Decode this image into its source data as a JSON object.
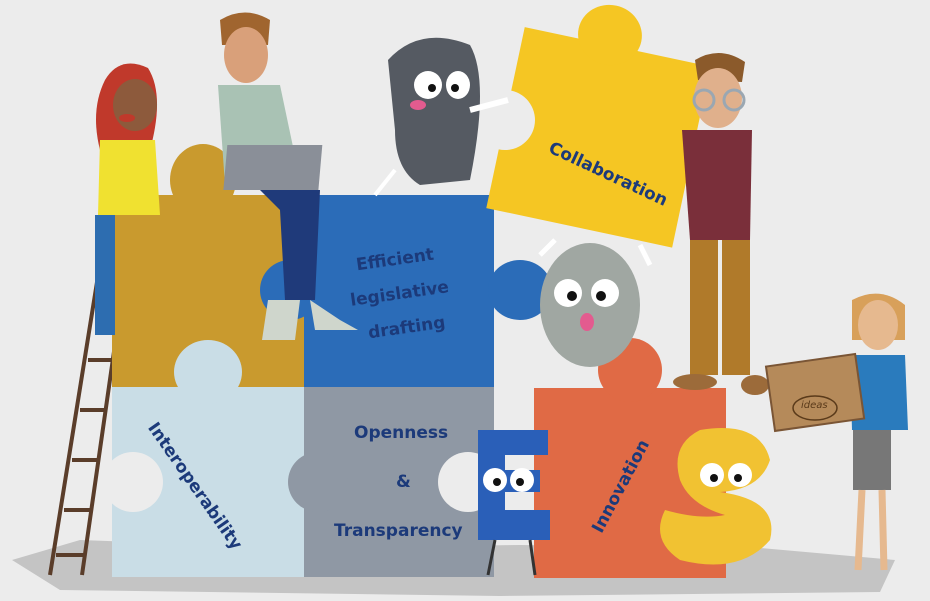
{
  "pieces": {
    "collaboration": "Collaboration",
    "drafting_line1": "Efficient",
    "drafting_line2": "legislative",
    "drafting_line3": "drafting",
    "interoperability": "Interoperability",
    "openness_line1": "Openness",
    "openness_amp": "&",
    "openness_line2": "Transparency",
    "innovation": "Innovation"
  },
  "box_label": "ideas",
  "colors": {
    "background": "#ececec",
    "gold": "#c99a2e",
    "blue": "#2b6cb8",
    "yellow": "#f5c623",
    "lightblue": "#c9dde6",
    "grey": "#8f98a4",
    "orange": "#e06a45",
    "text": "#1c3a7a"
  }
}
